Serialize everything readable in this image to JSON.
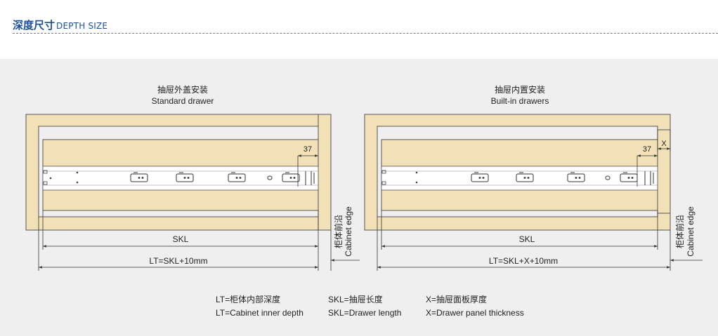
{
  "header": {
    "title_cn": "深度尺寸",
    "title_en": "DEPTH SIZE"
  },
  "diagrams": [
    {
      "title_cn": "抽屉外盖安装",
      "title_en": "Standard drawer",
      "dim_37": "37",
      "dim_skl": "SKL",
      "dim_lt": "LT=SKL+10mm",
      "edge_cn": "柜体前沿",
      "edge_en": "Cabinet edge"
    },
    {
      "title_cn": "抽屉内置安装",
      "title_en": "Built-in drawers",
      "dim_37": "37",
      "dim_x": "X",
      "dim_skl": "SKL",
      "dim_lt": "LT=SKL+X+10mm",
      "edge_cn": "柜体前沿",
      "edge_en": "Cabinet edge"
    }
  ],
  "legend": [
    {
      "cn": "LT=柜体内部深度",
      "en": "LT=Cabinet inner depth"
    },
    {
      "cn": "SKL=抽屉长度",
      "en": "SKL=Drawer length"
    },
    {
      "cn": "X=抽屉面板厚度",
      "en": "X=Drawer panel thickness"
    }
  ],
  "colors": {
    "wood": "#f2e1b6",
    "panel_bg": "#efefef",
    "header_blue": "#1a4e9a",
    "line": "#333333"
  }
}
